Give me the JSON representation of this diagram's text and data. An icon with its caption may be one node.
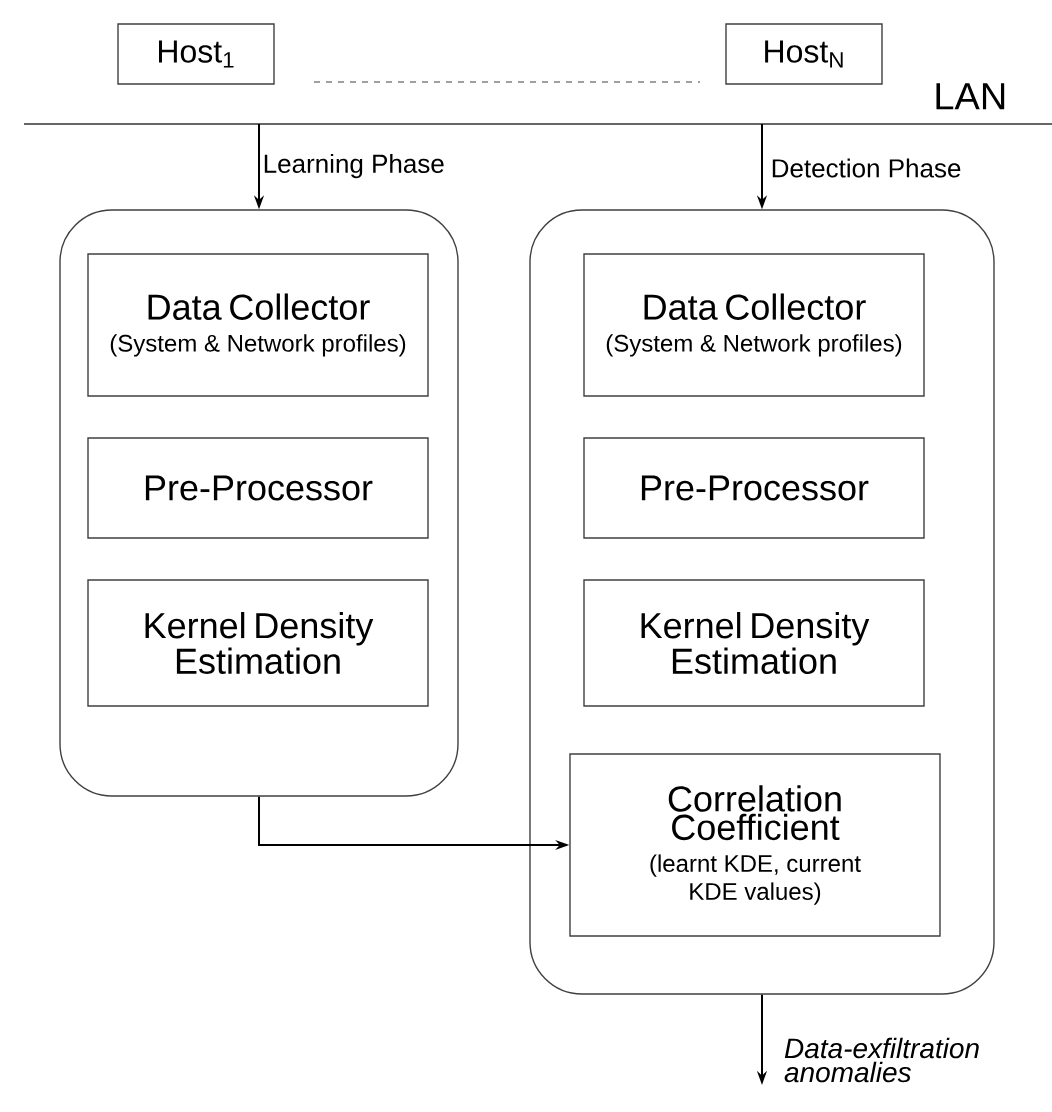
{
  "diagram": {
    "nodes": [
      {
        "text": [
          "Host$_{1}$"
        ]
      },
      {
        "text": [
          "Host$_{N}$"
        ]
      },
      {
        "text": [],
        "shape": "bar",
        "beside": [
          "LAN"
        ]
      },
      {
        "text": [],
        "shape": "box"
      },
      {
        "text": [
          "Data Collector",
          "(System & Network profiles)"
        ],
        "in": 3
      },
      {
        "text": [
          "Pre-Processor"
        ],
        "in": 3
      },
      {
        "text": [
          "Kernel Density Estimation"
        ],
        "in": 3
      },
      {
        "text": [],
        "shape": "box"
      },
      {
        "text": [
          "Data Collector",
          "(System & Network profiles)"
        ],
        "in": 7
      },
      {
        "text": [
          "Pre-Processor"
        ],
        "in": 7
      },
      {
        "text": [
          "Kernel Density Estimation"
        ],
        "in": 7
      },
      {
        "text": [
          "Correlation Coefficient",
          "(learnt KDE, current KDE values)"
        ],
        "in": 7
      },
      {
        "text": [
          "Data-exfiltration anomalies"
        ]
      }
    ],
    "edges": [
      {
        "from": 2,
        "to": 3,
        "arrow": "to",
        "label": "Learning Phase"
      },
      {
        "from": 2,
        "to": 7,
        "arrow": "to",
        "label": "Detection Phase"
      },
      {
        "from": 3,
        "to": 11,
        "arrow": "to"
      },
      {
        "from": 7,
        "to": 12,
        "arrow": "to"
      }
    ]
  }
}
